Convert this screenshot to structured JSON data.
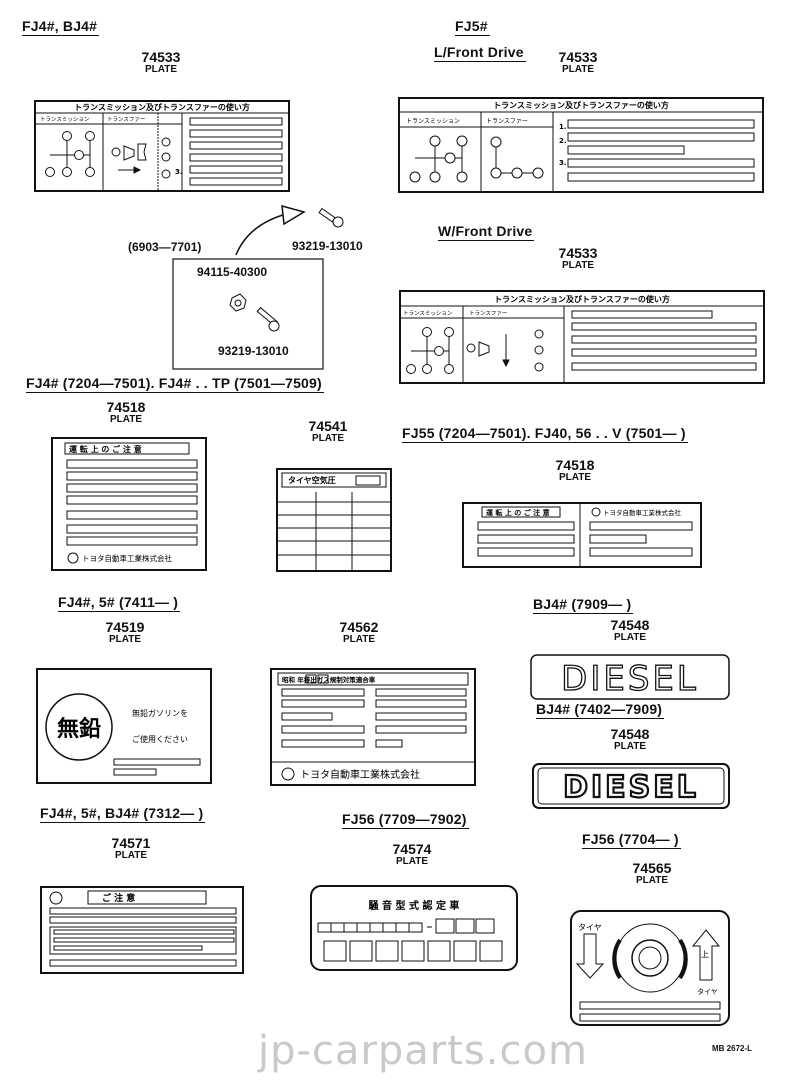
{
  "sections": {
    "fj4_bj4": "FJ4#, BJ4#",
    "fj5": "FJ5#",
    "fj4_7204": "FJ4# (7204—7501). FJ4# . . TP (7501—7509)",
    "fj55": "FJ55 (7204—7501). FJ40, 56 . . V (7501—      )",
    "fj4_5_7411": "FJ4#, 5# (7411—      )",
    "bj4_7909": "BJ4# (7909—      )",
    "bj4_7402": "BJ4# (7402—7909)",
    "fj4_5_bj4_7312": "FJ4#, 5#, BJ4# (7312—      )",
    "fj56_7709": "FJ56 (7709—7902)",
    "fj56_7704": "FJ56 (7704—      )"
  },
  "subsections": {
    "l_front_drive": "L/Front Drive",
    "w_front_drive": "W/Front Drive"
  },
  "plate_word": "PLATE",
  "parts": {
    "p74533_a": "74533",
    "p74533_b": "74533",
    "p74533_c": "74533",
    "p74518_a": "74518",
    "p74541": "74541",
    "p74518_b": "74518",
    "p74519": "74519",
    "p74562": "74562",
    "p74548_a": "74548",
    "p74548_b": "74548",
    "p74571": "74571",
    "p74574": "74574",
    "p74565": "74565"
  },
  "callouts": {
    "ref_6903": "(6903—7701)",
    "bolt_top": "93219-13010",
    "nut": "94115-40300",
    "bolt_inner": "93219-13010"
  },
  "plate_text": {
    "transfer_title": "トランスミッション及びトランスファーの使い方",
    "transmission": "トランスミッション",
    "transfer": "トランスファー",
    "careful_title": "運 転 上 の ご 注 意",
    "toyota": "トヨタ自動車工業株式会社",
    "tire_pressure": "タイヤ空気圧",
    "unleaded_big": "無鉛",
    "unleaded_gas": "無鉛ガソリンを",
    "please_use": "ご使用ください",
    "emission_title": "昭和    年排出ガス規制対策適合車",
    "diesel": "DIESEL",
    "chui": "ご 注 意",
    "noise_title": "騒 音 型 式 認 定 車",
    "tire": "タイヤ",
    "up": "上",
    "num1": "1.",
    "num2": "2.",
    "num3": "3."
  },
  "watermark": "jp-carparts.com",
  "drawing_code": "MB 2672-L"
}
